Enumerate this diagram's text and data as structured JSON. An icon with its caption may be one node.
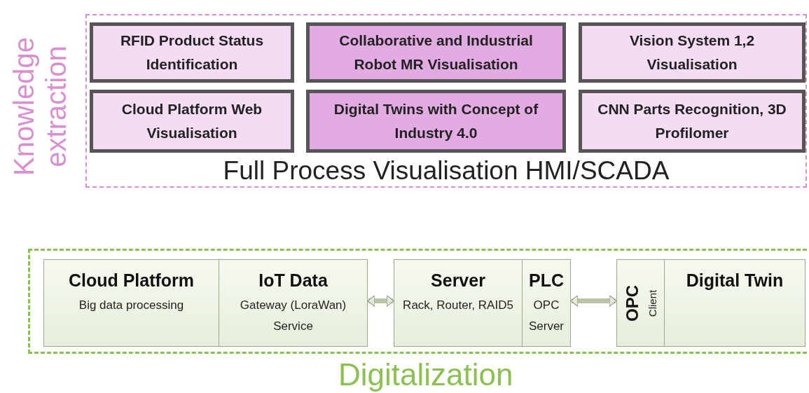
{
  "diagram": {
    "nodes": [
      {
        "text": [
          "Knowledge extraction",
          "Full Process Visualisation HMI/SCADA"
        ]
      },
      {
        "text": [
          "RFID Product Status Identification"
        ],
        "in": 0
      },
      {
        "text": [
          "Collaborative and Industrial Robot MR Visualisation"
        ],
        "in": 0
      },
      {
        "text": [
          "Vision System 1,2 Visualisation"
        ],
        "in": 0
      },
      {
        "text": [
          "Cloud Platform Web Visualisation"
        ],
        "in": 0
      },
      {
        "text": [
          "Digital Twins with Concept of Industry 4.0"
        ],
        "in": 0
      },
      {
        "text": [
          "CNN Parts Recognition, 3D Profilomer"
        ],
        "in": 0
      },
      {
        "text": [
          "Digitalization"
        ]
      },
      {
        "text": [
          "Cloud Platform",
          "Big data processing"
        ],
        "in": 7
      },
      {
        "text": [
          "IoT Data",
          "Gateway (LoraWan) Service"
        ],
        "in": 7
      },
      {
        "text": [
          "Server",
          "Rack, Router, RAID5"
        ],
        "in": 7
      },
      {
        "text": [
          "PLC",
          "OPC Server"
        ],
        "in": 7
      },
      {
        "text": [
          "OPC",
          "Client"
        ],
        "in": 7
      },
      {
        "text": [
          "Digital Twin"
        ],
        "in": 7
      }
    ],
    "edges": [
      {
        "from": 9,
        "to": 10,
        "arrow": "both"
      },
      {
        "from": 11,
        "to": 12,
        "arrow": "both"
      }
    ]
  }
}
